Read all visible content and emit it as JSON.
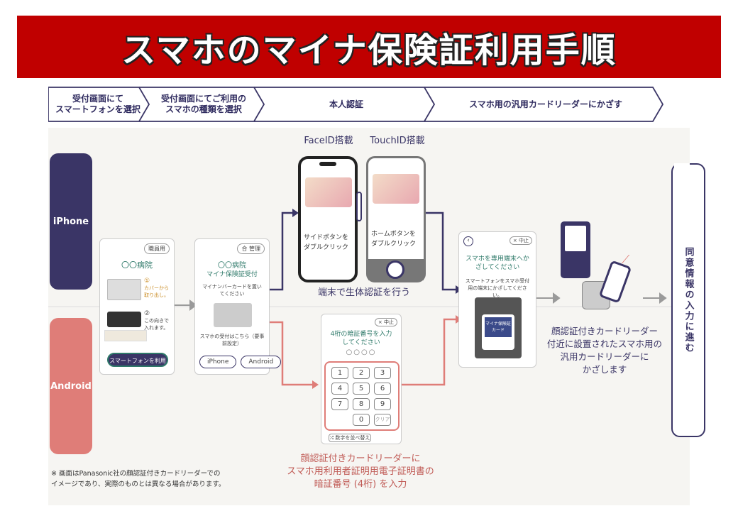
{
  "title": "スマホのマイナ保険証利用手順",
  "steps": [
    {
      "line1": "受付画面にて",
      "line2": "スマートフォンを選択"
    },
    {
      "line1": "受付画面にてご利用の",
      "line2": "スマホの種類を選択"
    },
    {
      "line1": "本人認証",
      "line2": ""
    },
    {
      "line1": "スマホ用の汎用カードリーダーにかざす",
      "line2": ""
    }
  ],
  "platforms": {
    "iphone": "iPhone",
    "android": "Android"
  },
  "screen1": {
    "badge": "職員用",
    "hospital": "〇〇病院",
    "step1_num": "①",
    "step1_text": "カバーから取り出し。",
    "step2_num": "②",
    "step2_text": "この向きで入れます。",
    "button": "スマートフォンを利用"
  },
  "screen2": {
    "badge": "合 管理",
    "hospital": "〇〇病院",
    "subtitle": "マイナ保険証受付",
    "instruction": "マイナンバーカードを置いてください",
    "note": "スマホの受付はこちら（要事前設定）",
    "btn_iphone": "iPhone",
    "btn_android": "Android"
  },
  "iphone_auth": {
    "faceid_label": "FaceID搭載",
    "touchid_label": "TouchID搭載",
    "faceid_caption": "サイドボタンをダブルクリック",
    "touchid_caption": "ホームボタンをダブルクリック",
    "bio_caption": "端末で生体認証を行う"
  },
  "pin_screen": {
    "close": "× 中止",
    "title": "4桁の暗証番号を入力してください",
    "keys": [
      "1",
      "2",
      "3",
      "4",
      "5",
      "6",
      "7",
      "8",
      "9",
      "0"
    ],
    "clear": "クリア",
    "shuffle": "数字を並べ替え"
  },
  "reader_screen": {
    "close": "× 中止",
    "title": "スマホを専用端末へかざしてください",
    "instruction": "スマートフォンをスマホ受付用の端末にかざしてください。",
    "card_text": "マイナ保険証カード"
  },
  "pin_caption": "顔認証付きカードリーダーに\nスマホ用利用者証明用電子証明書の\n暗証番号 (4桁) を入力",
  "reader_caption": "顔認証付きカードリーダー\n付近に設置されたスマホ用の\n汎用カードリーダーに\nかざします",
  "final_step": "同意情報の入力に進む",
  "footnote": "※ 画面はPanasonic社の顔認証付きカードリーダーでの\nイメージであり、実際のものとは異なる場合があります。",
  "colors": {
    "title_bg": "#c00000",
    "navy": "#3a3566",
    "salmon": "#df7d78"
  }
}
